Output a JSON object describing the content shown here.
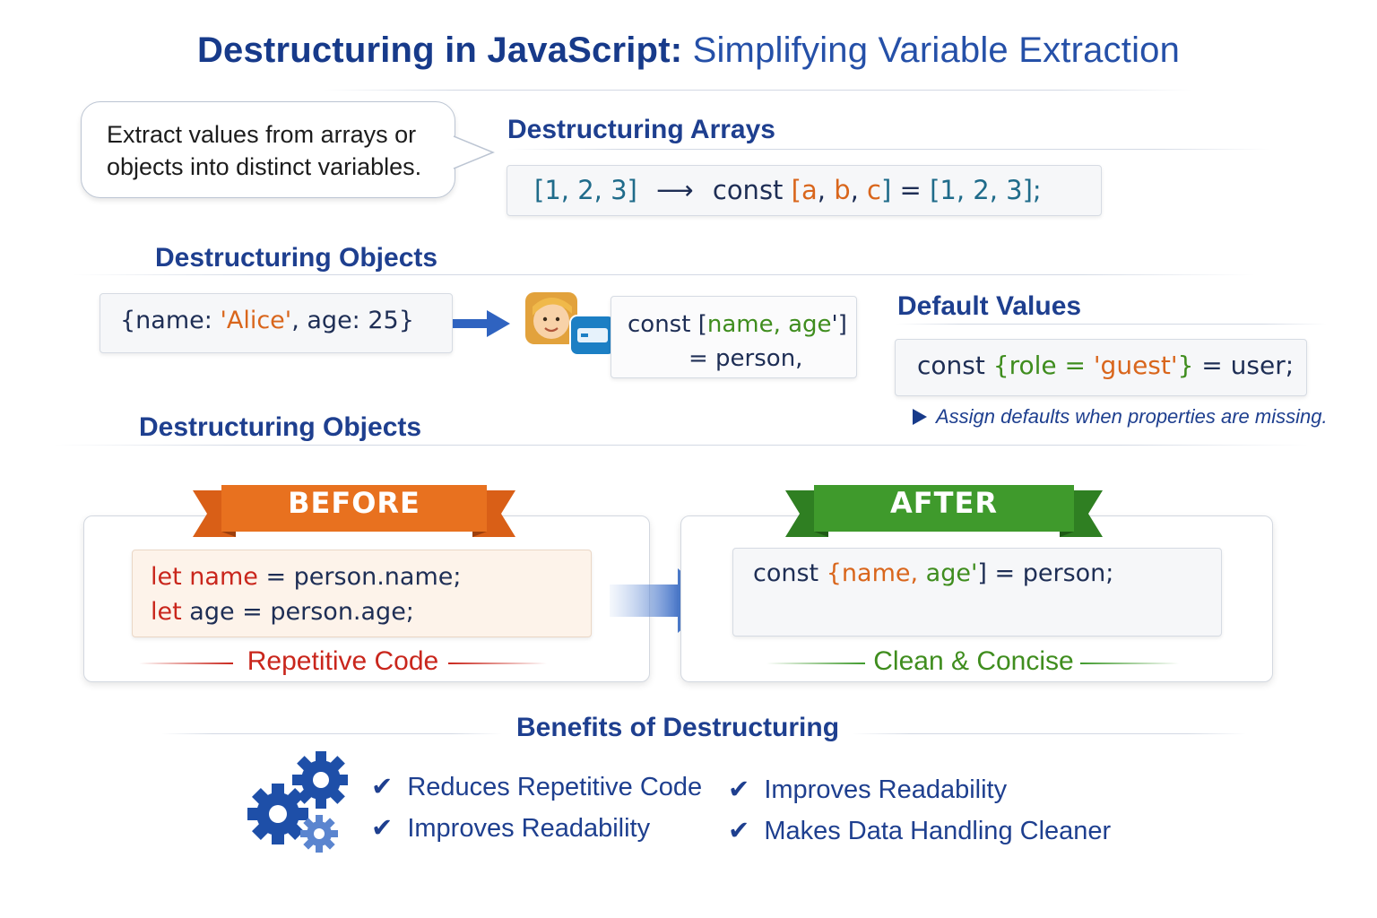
{
  "title": {
    "bold": "Destructuring in JavaScript:",
    "rest": "Simplifying Variable Extraction"
  },
  "intro": {
    "line1": "Extract values from arrays or",
    "line2": "objects into distinct variables."
  },
  "arrays": {
    "heading": "Destructuring Arrays",
    "left": "[1, 2, 3]",
    "arrow": "⟶",
    "kw": "const",
    "open": "[",
    "a": "a",
    "b": "b",
    "c": "c",
    "close": "]",
    "eq": "=",
    "right": "[1, 2, 3];"
  },
  "objects": {
    "heading": "Destructuring Objects",
    "obj_open": "{name: ",
    "obj_name": "'Alice'",
    "obj_rest": ", age: 25}",
    "code_kw": "const",
    "code_open": "[",
    "code_name": "name,",
    "code_age": "age",
    "code_close": "']",
    "code_line2": "= person,"
  },
  "defaults": {
    "heading": "Default Values",
    "kw": "const",
    "open": "{role = ",
    "str": "'guest'",
    "close": "}",
    "rest": " = user;",
    "note": "Assign defaults when properties are missing."
  },
  "compare": {
    "heading": "Destructuring Objects",
    "before": {
      "label": "BEFORE",
      "kw1": "let",
      "var1": "name",
      "rest1": " = person.name;",
      "kw2": "let",
      "var2": "age",
      "rest2": " = person.age;",
      "caption": "Repetitive Code"
    },
    "after": {
      "label": "AFTER",
      "kw": "const",
      "open": "{name,",
      "age": "age'",
      "close": "]",
      "rest": " = person;",
      "caption": "Clean & Concise"
    }
  },
  "benefits": {
    "heading": "Benefits of Destructuring",
    "left": [
      "Reduces Repetitive Code",
      "Improves Readability"
    ],
    "right": [
      "Improves Readability",
      "Makes Data Handling Cleaner"
    ],
    "check": "✔"
  },
  "colors": {
    "navy": "#1e3f8f",
    "orange": "#e46f1f",
    "green": "#3f9a2c",
    "red": "#c9261c",
    "arrow_blue": "#2f63c0"
  },
  "icons": [
    "speech-bubble",
    "arrow-right-icon",
    "person-avatar-icon",
    "id-card-icon",
    "play-triangle-icon",
    "gears-icon",
    "checkmark-icon"
  ]
}
